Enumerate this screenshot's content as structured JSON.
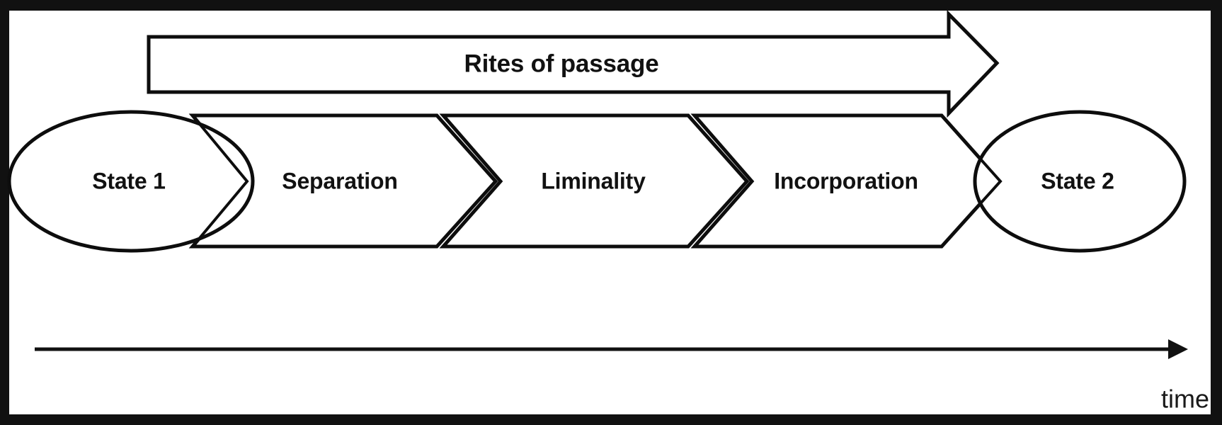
{
  "figure": {
    "type": "process-flow-diagram",
    "title_text": "Rites of passage",
    "frame": {
      "border_color": "#111111",
      "background_color": "#ffffff",
      "border_left": 13,
      "border_top": 15,
      "border_right": 16,
      "border_bottom": 15
    },
    "banner_arrow": {
      "label": "Rites of passage",
      "name": "rites-of-passage-arrow",
      "shape": "block-arrow-right",
      "outline_color": "#0d0d0d",
      "fill_color": "#ffffff"
    },
    "start_state": {
      "label": "State 1",
      "shape": "ellipse",
      "outline_color": "#0d0d0d",
      "fill_color": "#ffffff"
    },
    "end_state": {
      "label": "State 2",
      "shape": "ellipse",
      "outline_color": "#0d0d0d",
      "fill_color": "#ffffff"
    },
    "stages": [
      {
        "label": "Separation",
        "order": 1,
        "shape": "chevron"
      },
      {
        "label": "Liminality",
        "order": 2,
        "shape": "chevron"
      },
      {
        "label": "Incorporation",
        "order": 3,
        "shape": "chevron"
      }
    ],
    "time_axis": {
      "label": "time",
      "direction": "left-to-right",
      "arrow_color": "#111111"
    }
  }
}
